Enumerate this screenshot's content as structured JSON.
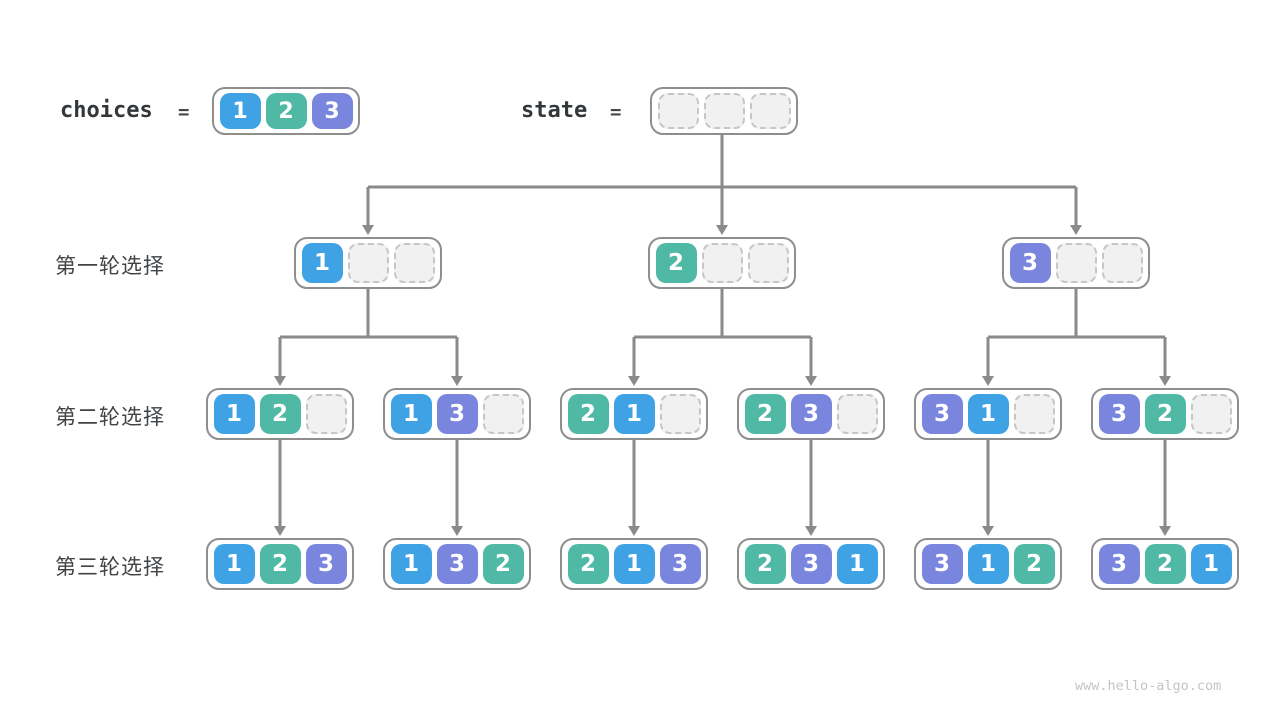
{
  "header": {
    "choices_label": "choices",
    "choices_equals": "=",
    "choices_values": [
      "1",
      "2",
      "3"
    ],
    "state_label": "state",
    "state_equals": "=",
    "state_values": [
      null,
      null,
      null
    ]
  },
  "colors": {
    "1": "#3ea2e5",
    "2": "#50b9a5",
    "3": "#7a86de",
    "empty_fill": "#f1f1f2",
    "empty_border": "#c6c6c6",
    "node_border": "#8e8e8e",
    "arrow": "#8a8a8a"
  },
  "tree": {
    "rows": [
      {
        "label": "第一轮选择",
        "nodes": [
          [
            "1",
            null,
            null
          ],
          [
            "2",
            null,
            null
          ],
          [
            "3",
            null,
            null
          ]
        ]
      },
      {
        "label": "第二轮选择",
        "nodes": [
          [
            "1",
            "2",
            null
          ],
          [
            "1",
            "3",
            null
          ],
          [
            "2",
            "1",
            null
          ],
          [
            "2",
            "3",
            null
          ],
          [
            "3",
            "1",
            null
          ],
          [
            "3",
            "2",
            null
          ]
        ]
      },
      {
        "label": "第三轮选择",
        "nodes": [
          [
            "1",
            "2",
            "3"
          ],
          [
            "1",
            "3",
            "2"
          ],
          [
            "2",
            "1",
            "3"
          ],
          [
            "2",
            "3",
            "1"
          ],
          [
            "3",
            "1",
            "2"
          ],
          [
            "3",
            "2",
            "1"
          ]
        ]
      }
    ]
  },
  "watermark": "www.hello-algo.com"
}
